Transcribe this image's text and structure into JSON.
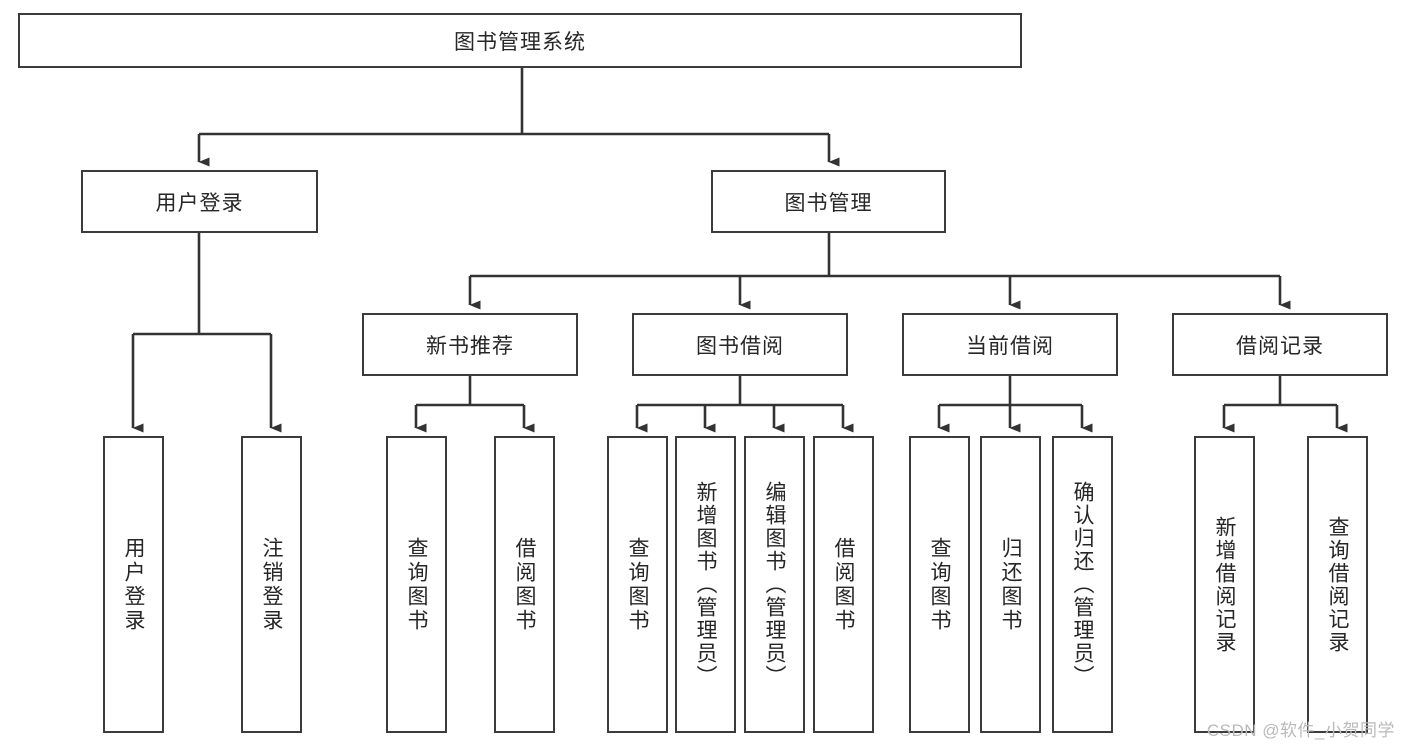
{
  "diagram": {
    "title": "图书管理系统",
    "watermark": "CSDN @软件_小贺同学",
    "colors": {
      "box_border": "#3b3b3b",
      "box_fill": "#ffffff",
      "line": "#333333",
      "text": "#262626",
      "watermark": "#b9b9b9",
      "background": "#ffffff"
    },
    "root": {
      "label": "图书管理系统"
    },
    "level2": [
      {
        "label": "用户登录"
      },
      {
        "label": "图书管理"
      }
    ],
    "level3": [
      {
        "label": "新书推荐"
      },
      {
        "label": "图书借阅"
      },
      {
        "label": "当前借阅"
      },
      {
        "label": "借阅记录"
      }
    ],
    "leaves": {
      "user_login": [
        {
          "label": "用户登录"
        },
        {
          "label": "注销登录"
        }
      ],
      "new_book_recommend": [
        {
          "label": "查询图书"
        },
        {
          "label": "借阅图书"
        }
      ],
      "book_borrow": [
        {
          "label": "查询图书"
        },
        {
          "label": "新增图书（管理员）"
        },
        {
          "label": "编辑图书（管理员）"
        },
        {
          "label": "借阅图书"
        }
      ],
      "current_borrow": [
        {
          "label": "查询图书"
        },
        {
          "label": "归还图书"
        },
        {
          "label": "确认归还（管理员）"
        }
      ],
      "borrow_record": [
        {
          "label": "新增借阅记录"
        },
        {
          "label": "查询借阅记录"
        }
      ]
    }
  }
}
